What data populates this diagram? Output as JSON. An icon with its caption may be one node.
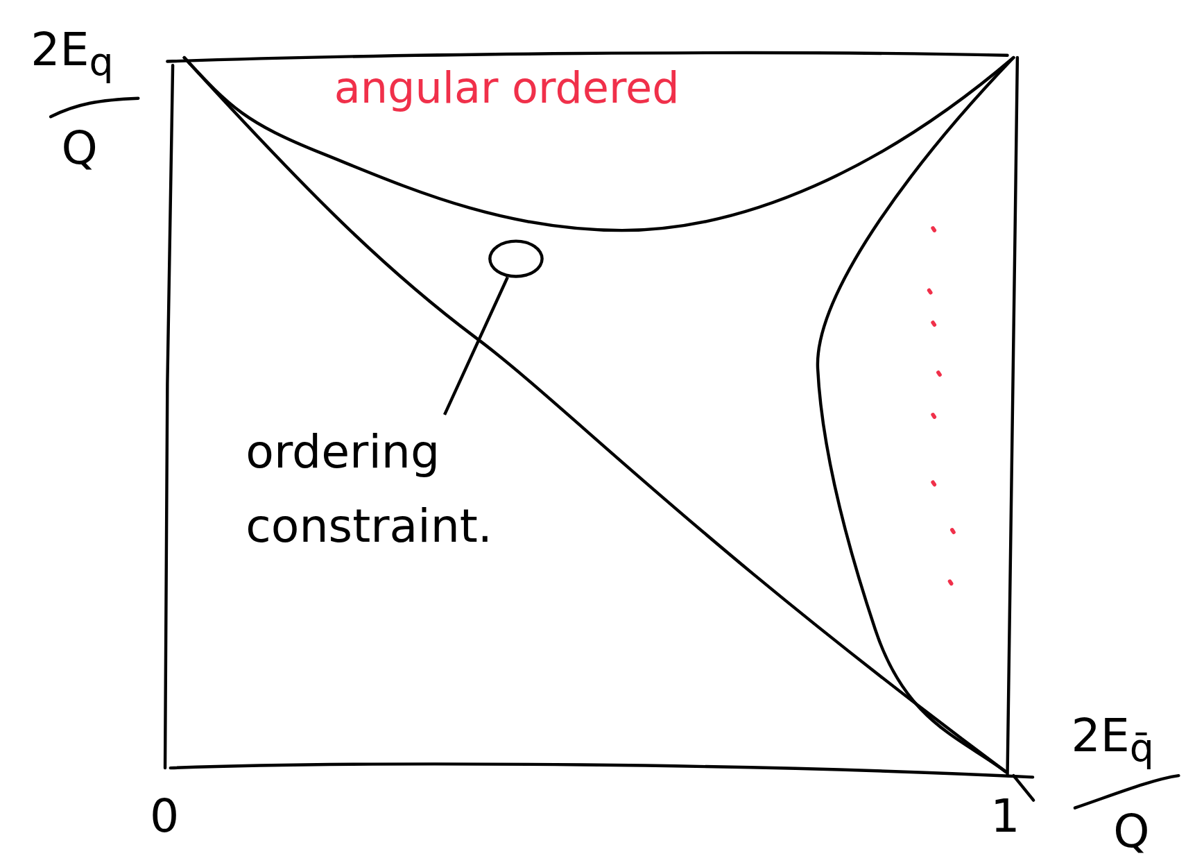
{
  "diagram": {
    "nodes": [
      {
        "text": [
          "ordering constraint."
        ]
      },
      {
        "text": [],
        "shape": "circle"
      }
    ],
    "edges": [
      {
        "from": 0,
        "to": 1,
        "arrow": "none"
      }
    ],
    "labels": [
      "2E$_{q}$",
      "Q",
      "angular ordered",
      "0",
      "1",
      "2E$_{q̄}$",
      "Q"
    ]
  }
}
